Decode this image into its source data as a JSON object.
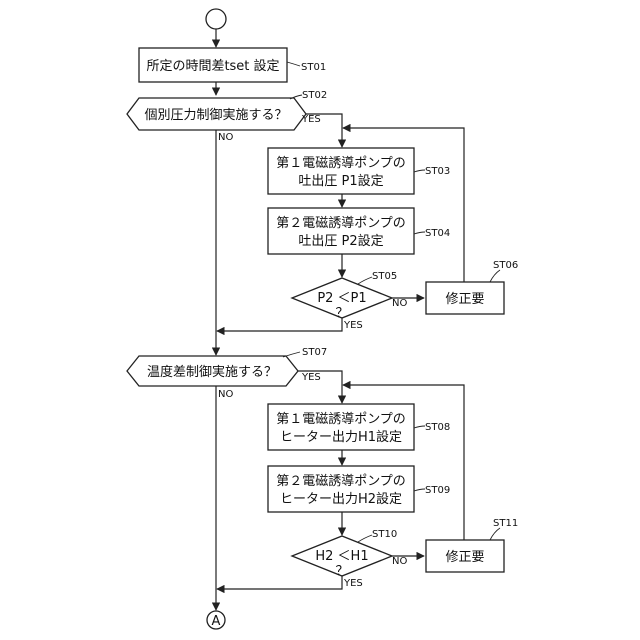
{
  "nodes": {
    "st01": {
      "lines": [
        "所定の時間差tset 設定"
      ]
    },
    "st02": {
      "lines": [
        "個別圧力制御実施する？"
      ]
    },
    "st03": {
      "lines": [
        "第１電磁誘導ポンプの",
        "吐出圧 P1設定"
      ]
    },
    "st04": {
      "lines": [
        "第２電磁誘導ポンプの",
        "吐出圧 P2設定"
      ]
    },
    "st05": {
      "lines": [
        "P2 ＜P1",
        "？"
      ]
    },
    "st06": {
      "lines": [
        "修正要"
      ]
    },
    "st07": {
      "lines": [
        "温度差制御実施する？"
      ]
    },
    "st08": {
      "lines": [
        "第１電磁誘導ポンプの",
        "ヒーター出力H1設定"
      ]
    },
    "st09": {
      "lines": [
        "第２電磁誘導ポンプの",
        "ヒーター出力H2設定"
      ]
    },
    "st10": {
      "lines": [
        "H2 ＜H1",
        "？"
      ]
    },
    "st11": {
      "lines": [
        "修正要"
      ]
    }
  },
  "step_labels": {
    "st01": "ST01",
    "st02": "ST02",
    "st03": "ST03",
    "st04": "ST04",
    "st05": "ST05",
    "st06": "ST06",
    "st07": "ST07",
    "st08": "ST08",
    "st09": "ST09",
    "st10": "ST10",
    "st11": "ST11"
  },
  "branch_labels": {
    "yes": "YES",
    "no": "NO"
  },
  "end_connector": "A"
}
